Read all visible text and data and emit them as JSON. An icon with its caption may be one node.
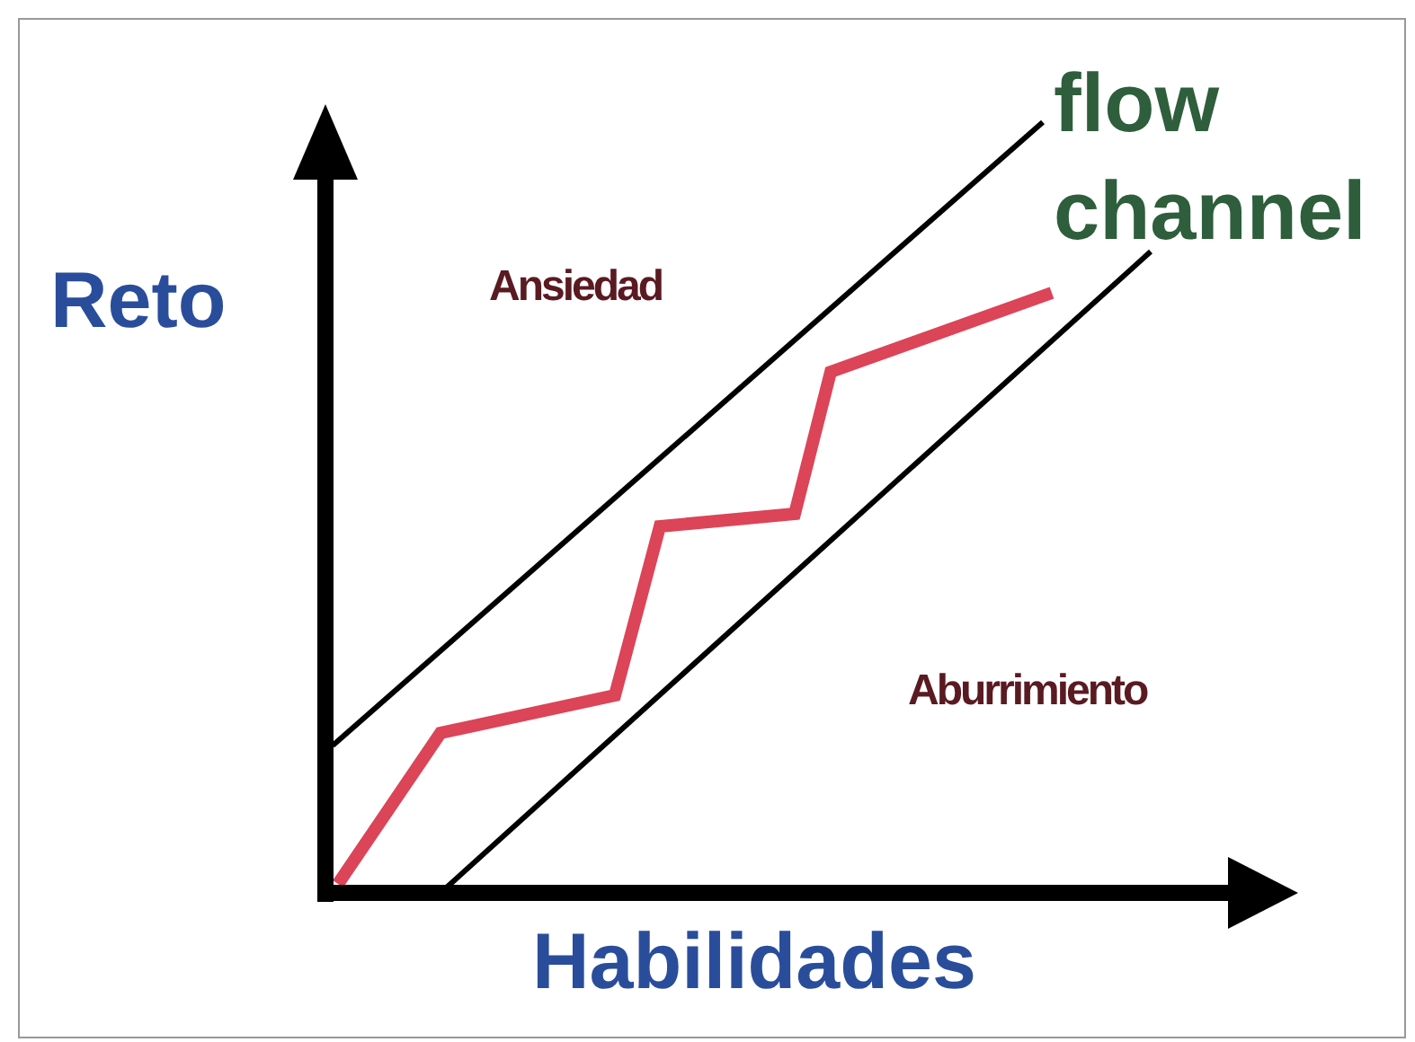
{
  "diagram": {
    "labels": [
      "flow channel",
      "Reto",
      "Ansiedad",
      "Aburrimiento",
      "Habilidades"
    ]
  }
}
